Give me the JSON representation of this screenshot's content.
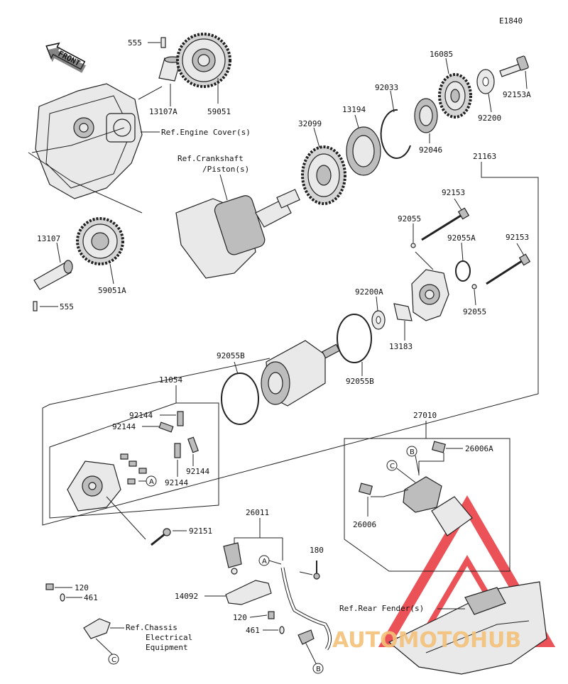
{
  "diagram_code": "E1840",
  "front_label": "FRONT",
  "part_labels": {
    "p555_top": "555",
    "p13107A": "13107A",
    "p59051": "59051",
    "p16085": "16085",
    "p92033": "92033",
    "p13194": "13194",
    "p32099": "32099",
    "p92046": "92046",
    "p92200": "92200",
    "p92153A": "92153A",
    "p21163": "21163",
    "p92153_a": "92153",
    "p92055_a": "92055",
    "p92055A": "92055A",
    "p92153_b": "92153",
    "p92200A": "92200A",
    "p92055_b": "92055",
    "p13183": "13183",
    "p92055B_right": "92055B",
    "p92055B_left": "92055B",
    "p13107": "13107",
    "p59051A": "59051A",
    "p555_bottom": "555",
    "p11054": "11054",
    "p92144_1": "92144",
    "p92144_2": "92144",
    "p92144_3": "92144",
    "p92144_4": "92144",
    "p92151": "92151",
    "p26011": "26011",
    "p180": "180",
    "p14092": "14092",
    "p120_left": "120",
    "p461_left": "461",
    "p120_mid": "120",
    "p461_mid": "461",
    "p27010": "27010",
    "p26006A": "26006A",
    "p26006": "26006"
  },
  "references": {
    "engine_cover": "Ref.Engine Cover(s)",
    "crankshaft_line1": "Ref.Crankshaft",
    "crankshaft_line2": "/Piston(s)",
    "rear_fender": "Ref.Rear Fender(s)",
    "chassis_line1": "Ref.Chassis",
    "chassis_line2": "Electrical",
    "chassis_line3": "Equipment"
  },
  "callouts": {
    "a_brush": "A",
    "a_cable": "A",
    "b_relay": "B",
    "b_cable": "B",
    "c_relay": "C",
    "c_chassis": "C"
  },
  "watermark": {
    "text": "AUTOMOTOHUB",
    "color": "#f4c27a",
    "triangle_color": "#e8353c"
  }
}
